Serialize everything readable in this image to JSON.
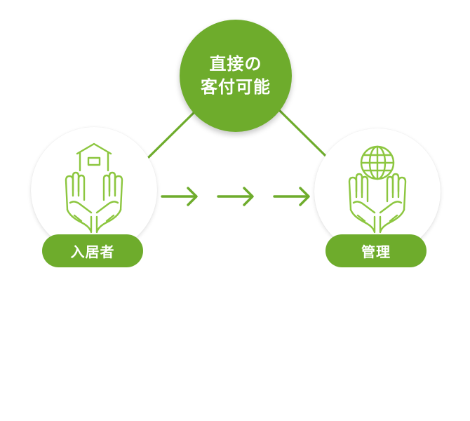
{
  "diagram": {
    "center": {
      "line1": "直接の",
      "line2": "客付可能"
    },
    "left_node": {
      "label": "入居者",
      "icon": "hands-house-icon"
    },
    "right_node": {
      "label": "管理",
      "icon": "hands-globe-icon"
    },
    "flow_arrows": [
      {
        "direction": "right",
        "icon": "arrow-right-icon"
      },
      {
        "direction": "right",
        "icon": "arrow-right-icon"
      },
      {
        "direction": "right",
        "icon": "arrow-right-icon"
      }
    ]
  },
  "colors": {
    "accent_green": "#6eac2c",
    "icon_green": "#8cc63f",
    "text_white": "#ffffff",
    "background": "#ffffff"
  }
}
